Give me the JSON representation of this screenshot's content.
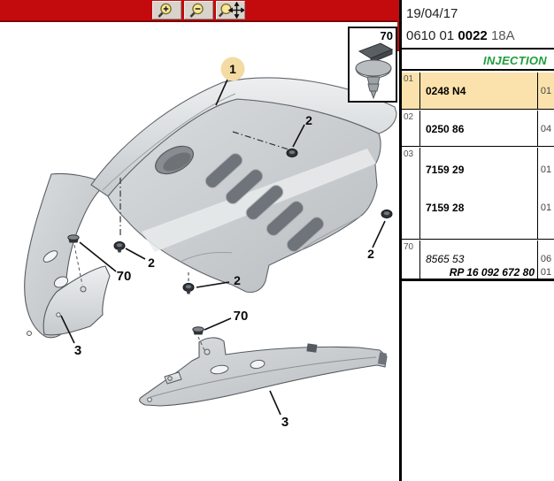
{
  "header": {
    "date": "19/04/17",
    "ref_prefix": "0610 01",
    "ref_code": "0022",
    "ref_suffix": "18A",
    "section_label": "INJECTION",
    "section_color": "#1E9E3C"
  },
  "toolbar": {
    "background_color": "#C30B0E",
    "buttons": [
      {
        "name": "zoom-in",
        "icon": "magnifier-plus-icon"
      },
      {
        "name": "zoom-out",
        "icon": "magnifier-minus-icon"
      },
      {
        "name": "zoom-pan",
        "icon": "magnifier-move-icon"
      }
    ]
  },
  "inset": {
    "label": "70"
  },
  "parts_table": {
    "highlight_color": "#FBE2AC",
    "rows": [
      {
        "item": "01",
        "highlighted": true,
        "entries": [
          {
            "part": "0248 N4",
            "qty": "01"
          }
        ]
      },
      {
        "item": "02",
        "entries": [
          {
            "part": "0250 86",
            "qty": "04"
          }
        ]
      },
      {
        "item": "03",
        "entries": [
          {
            "part": "7159 29",
            "qty": "01"
          },
          {
            "part": "7159 28",
            "qty": "01"
          }
        ]
      },
      {
        "item": "70",
        "entries": [
          {
            "part": "8565 53",
            "qty": "06"
          },
          {
            "part": "RP 16 092 672 80",
            "qty": "01"
          }
        ]
      }
    ]
  },
  "diagram": {
    "callouts": {
      "c1": "1",
      "c2": "2",
      "c3": "3",
      "c70": "70"
    },
    "callout1_circle_color": "#F4DBA3"
  }
}
